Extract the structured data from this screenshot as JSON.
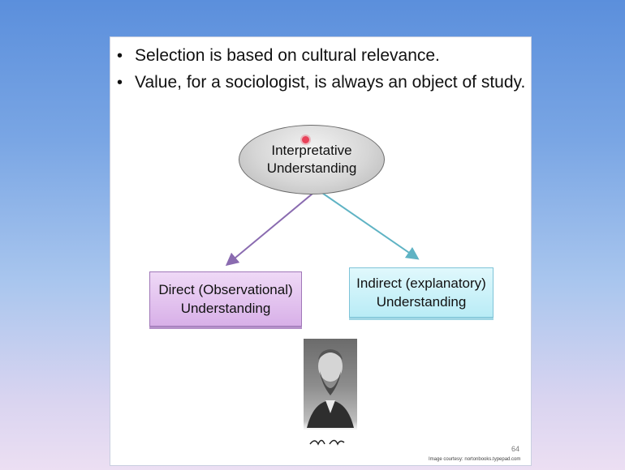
{
  "bullets": [
    "Selection is based on cultural relevance.",
    "Value, for a sociologist, is always an object of study."
  ],
  "bullet_symbol": "•",
  "diagram": {
    "top_node": "Interpretative Understanding",
    "left_node": "Direct (Observational) Understanding",
    "right_node": "Indirect (explanatory) Understanding",
    "left_arrow_color": "#8a6bb0",
    "right_arrow_color": "#5fb3c4"
  },
  "page_number": "64",
  "image_credit": "Image courtesy: nortonbooks.typepad.com",
  "signature": "Max Weber"
}
